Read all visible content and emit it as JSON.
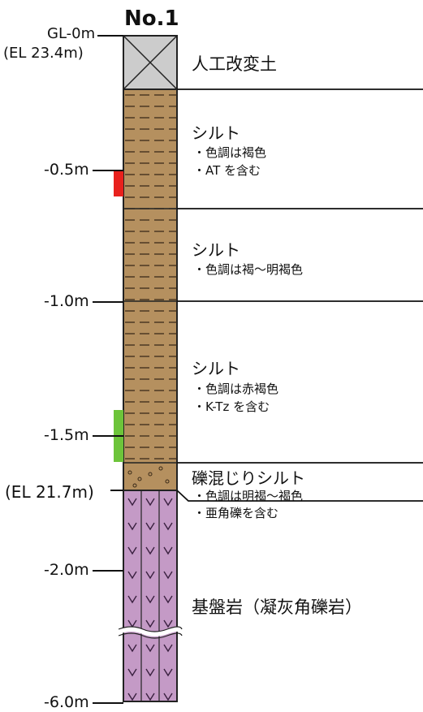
{
  "title": "No.1",
  "surface": {
    "gl": "GL-0m",
    "el": "(EL 23.4m)"
  },
  "base_level": {
    "el": "(EL 21.7m)"
  },
  "depth_labels": [
    "-0.5m",
    "-1.0m",
    "-1.5m",
    "-2.0m",
    "-6.0m"
  ],
  "layers": {
    "fill": {
      "name": "人工改変土"
    },
    "silt1": {
      "name": "シルト",
      "notes": [
        "・色調は褐色",
        "・AT を含む"
      ]
    },
    "silt2": {
      "name": "シルト",
      "notes": [
        "・色調は褐～明褐色"
      ]
    },
    "silt3": {
      "name": "シルト",
      "notes": [
        "・色調は赤褐色",
        "・K-Tz を含む"
      ]
    },
    "gravelly_silt": {
      "name": "礫混じりシルト",
      "notes": [
        "・色調は明褐～褐色",
        "・亜角礫を含む"
      ]
    },
    "bedrock": {
      "name": "基盤岩（凝灰角礫岩）"
    }
  },
  "colors": {
    "silt": "#b5905f",
    "bedrock": "#c49ac6",
    "fill": "#cccccc",
    "sample_red": "#e8211d",
    "sample_green": "#6dc43a"
  }
}
